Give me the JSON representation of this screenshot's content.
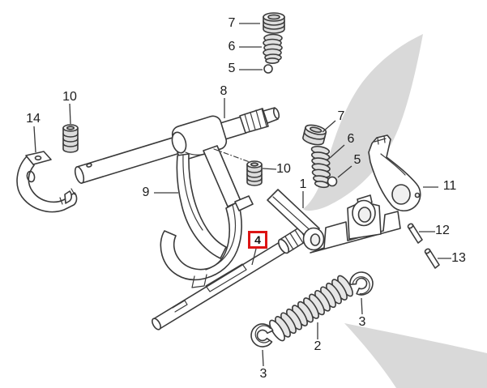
{
  "diagram": {
    "type": "exploded-parts-diagram",
    "subject": "gear shift selector fork assembly",
    "colors": {
      "background": "#ffffff",
      "line": "#3a3a3a",
      "shade": "#d9d9d9",
      "highlight_border": "#dd1414"
    },
    "callouts": [
      {
        "text": "7",
        "location": "upper-column"
      },
      {
        "text": "6",
        "location": "upper-column"
      },
      {
        "text": "5",
        "location": "upper-column"
      },
      {
        "text": "10",
        "location": "upper-left-plug"
      },
      {
        "text": "14",
        "location": "left-bracket"
      },
      {
        "text": "8",
        "location": "upper-shaft"
      },
      {
        "text": "9",
        "location": "left-fork"
      },
      {
        "text": "10",
        "location": "middle-plug"
      },
      {
        "text": "7",
        "location": "right-column"
      },
      {
        "text": "6",
        "location": "right-column"
      },
      {
        "text": "5",
        "location": "right-column"
      },
      {
        "text": "1",
        "location": "main-fork"
      },
      {
        "text": "11",
        "location": "lever"
      },
      {
        "text": "12",
        "location": "pin-upper"
      },
      {
        "text": "13",
        "location": "pin-lower"
      },
      {
        "text": "2",
        "location": "coil-spring"
      },
      {
        "text": "3",
        "location": "clip-bottom-left"
      },
      {
        "text": "3",
        "location": "clip-right"
      }
    ],
    "highlight": {
      "text": "4",
      "location": "selector-shaft",
      "style": "red-box"
    }
  }
}
